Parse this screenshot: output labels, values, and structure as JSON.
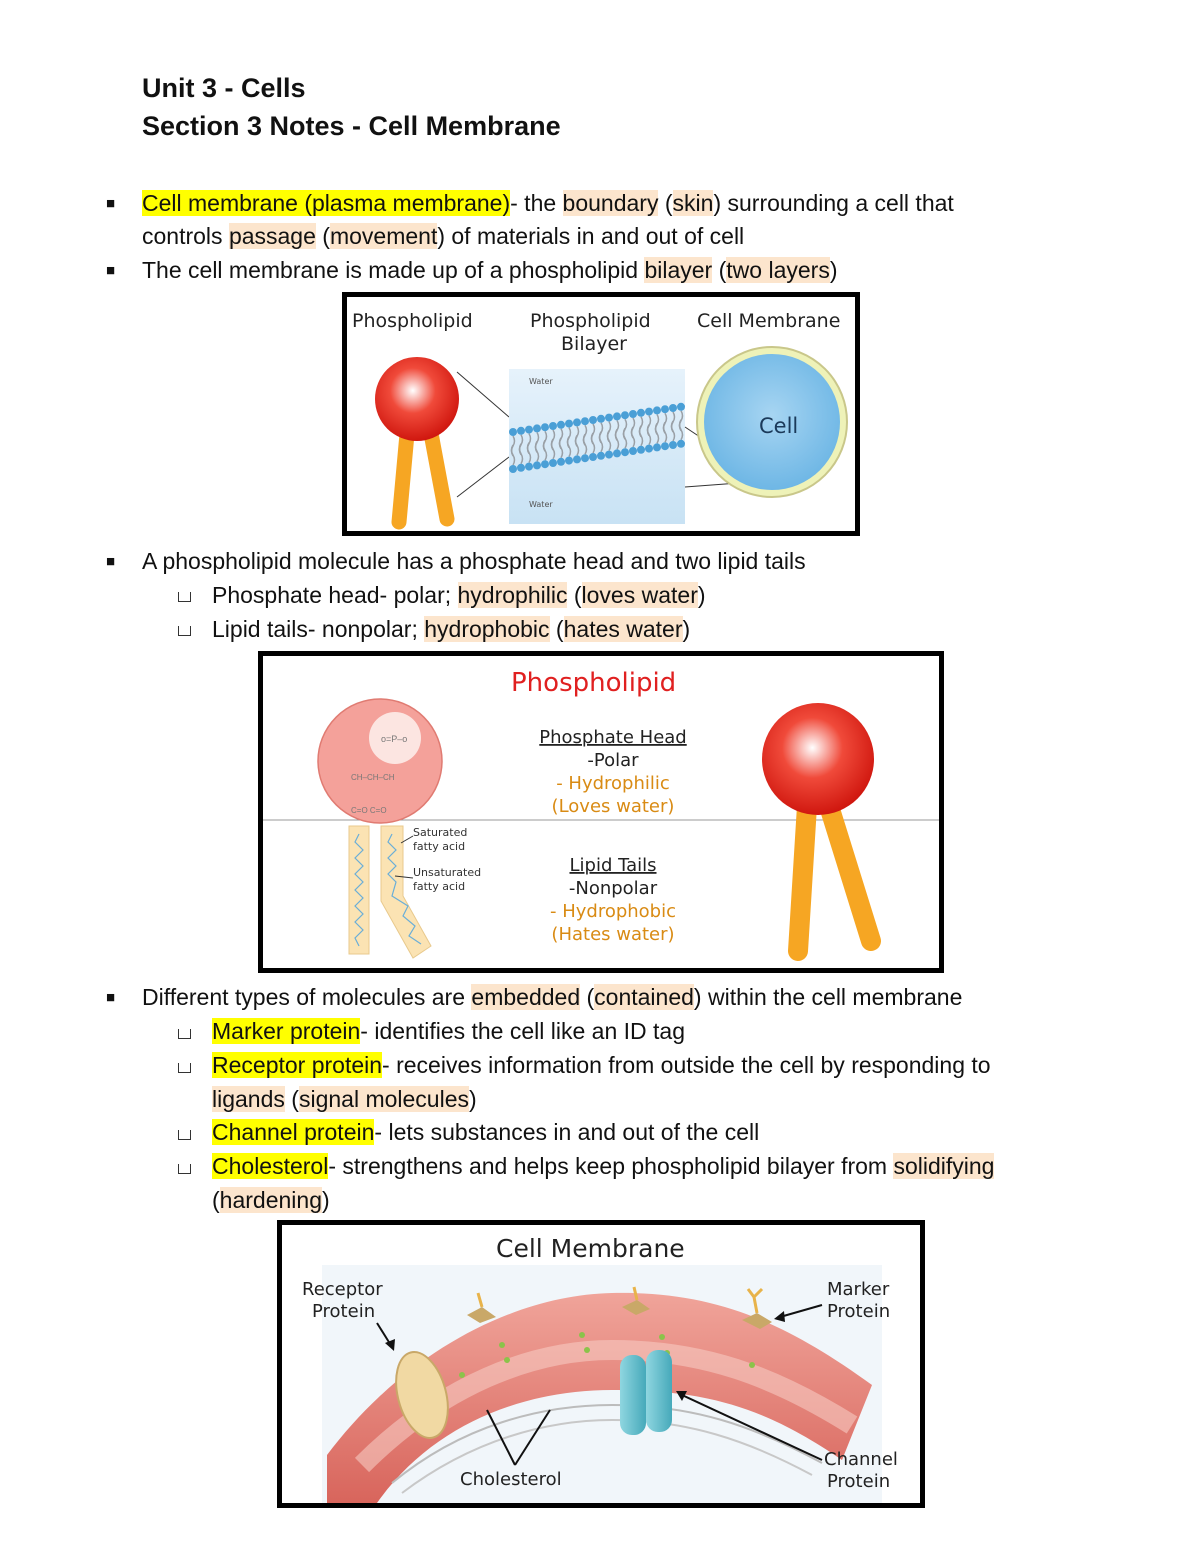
{
  "header": {
    "unit_title": "Unit 3 - Cells",
    "section_title": "Section 3 Notes - Cell Membrane"
  },
  "bullet_symbol": "■",
  "notes": {
    "b1": {
      "t1": "Cell membrane (plasma membrane)",
      "t2": "- the ",
      "t3": "boundary",
      "t4": " (",
      "t5": "skin",
      "t6": ") surrounding a cell that",
      "t7": "controls ",
      "t8": "passage",
      "t9": " (",
      "t10": "movement",
      "t11": ") of materials in and out of cell"
    },
    "b2": {
      "t1": "The cell membrane is made up of a phospholipid ",
      "t2": "bilayer",
      "t3": " (",
      "t4": "two layers",
      "t5": ")"
    },
    "b3": {
      "t1": "A phospholipid molecule has a phosphate head and two lipid tails",
      "s1": {
        "t1": "Phosphate head- polar; ",
        "t2": "hydrophilic",
        "t3": " (",
        "t4": "loves water",
        "t5": ")"
      },
      "s2": {
        "t1": "Lipid tails- nonpolar; ",
        "t2": "hydrophobic",
        "t3": " (",
        "t4": "hates water",
        "t5": ")"
      }
    },
    "b4": {
      "t1": "Different types of molecules are ",
      "t2": "embedded",
      "t3": " (",
      "t4": "contained",
      "t5": ") within the cell membrane",
      "s1": {
        "t1": "Marker protein",
        "t2": "- identifies the cell like an ID tag"
      },
      "s2": {
        "t1": "Receptor protein",
        "t2": "- receives information from outside the cell by responding to",
        "t3": "ligands",
        "t4": " (",
        "t5": "signal molecules",
        "t6": ")"
      },
      "s3": {
        "t1": "Channel protein",
        "t2": "- lets substances in and out of the cell"
      },
      "s4": {
        "t1": "Cholesterol",
        "t2": "- strengthens and helps keep phospholipid bilayer from ",
        "t3": "solidifying",
        "t4": "(",
        "t5": "hardening",
        "t6": ")"
      }
    }
  },
  "figure1": {
    "label_phospholipid": "Phospholipid",
    "label_bilayer_1": "Phospholipid",
    "label_bilayer_2": "Bilayer",
    "label_membrane": "Cell Membrane",
    "label_water_top": "Water",
    "label_water_bottom": "Water",
    "label_cell": "Cell"
  },
  "figure2": {
    "title": "Phospholipid",
    "head_heading": "Phosphate Head",
    "head_polar": "-Polar",
    "head_hydrophilic": "- Hydrophilic",
    "head_loves": "(Loves water)",
    "tails_heading": "Lipid Tails",
    "tails_nonpolar": "-Nonpolar",
    "tails_hydrophobic": "- Hydrophobic",
    "tails_hates": "(Hates water)",
    "saturated_1": "Saturated",
    "saturated_2": "fatty acid",
    "unsaturated_1": "Unsaturated",
    "unsaturated_2": "fatty acid"
  },
  "figure3": {
    "title": "Cell Membrane",
    "receptor_1": "Receptor",
    "receptor_2": "Protein",
    "marker_1": "Marker",
    "marker_2": "Protein",
    "cholesterol": "Cholesterol",
    "channel_1": "Channel",
    "channel_2": "Protein"
  },
  "colors": {
    "highlight_yellow": "#ffff00",
    "highlight_peach": "#fce5cd",
    "head_red": "#e8231c",
    "tail_orange": "#f6a623",
    "hydro_orange": "#d98b14",
    "title_red": "#e02020"
  }
}
